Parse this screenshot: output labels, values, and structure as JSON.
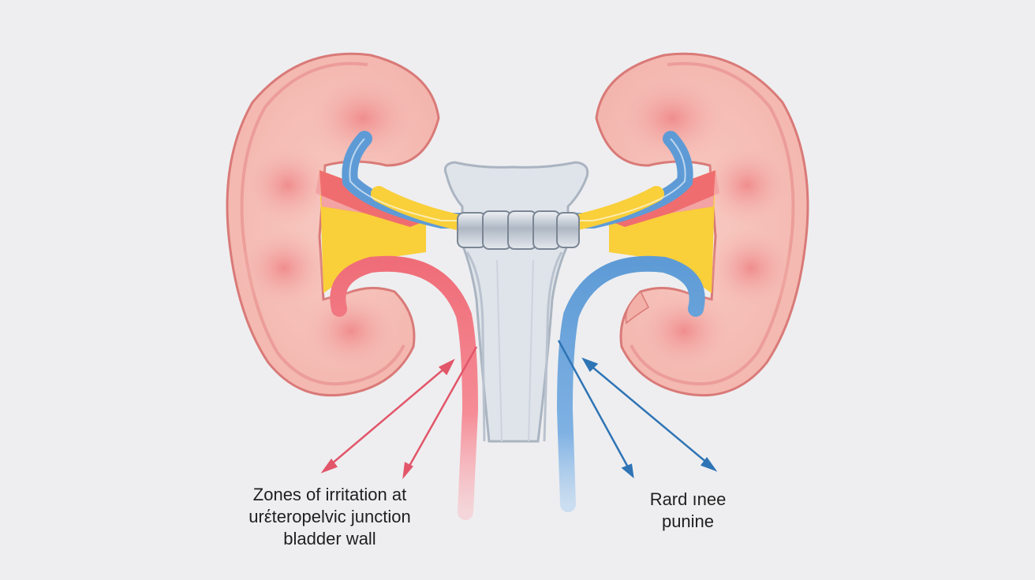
{
  "diagram": {
    "label_left": [
      "Zones of irritation at",
      "urέteropelvic junction",
      "bladder wall"
    ],
    "label_right": [
      "Rard ınee",
      "punine"
    ]
  },
  "colors": {
    "background": "#eeeef0",
    "kidney_fill": "#f6c4bd",
    "kidney_outline": "#d97a78",
    "pelvis_yellow": "#f9cf3a",
    "pelvis_red": "#ef6d6f",
    "ureter_blue": "#5e9bd6",
    "ureter_red": "#ef6d78",
    "vertebra": "#c7cfd9",
    "arrow_red": "#e2566a",
    "arrow_blue": "#2f74b5",
    "band_metal": "#b8c0cc"
  }
}
